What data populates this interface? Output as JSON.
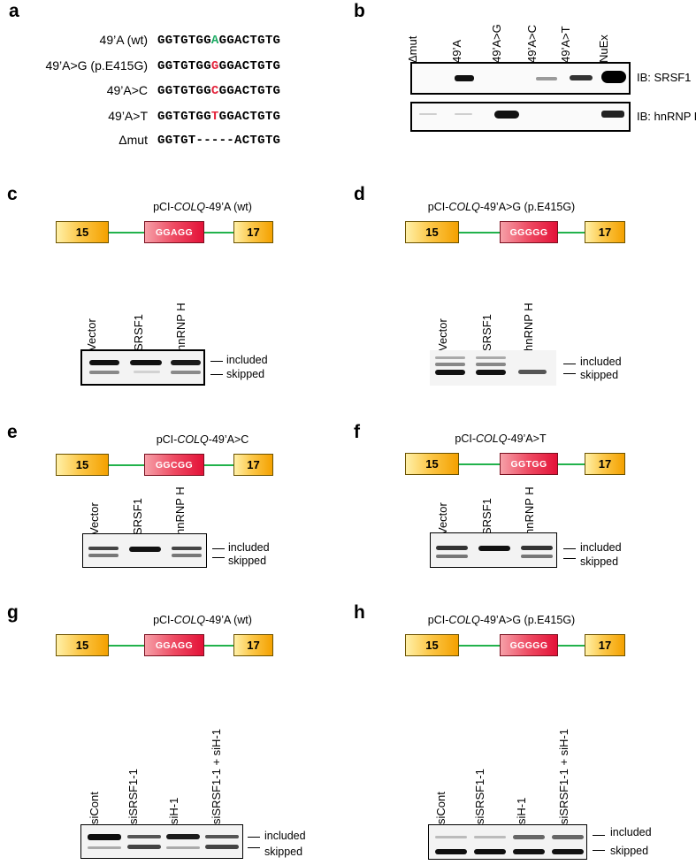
{
  "panels": {
    "a": "a",
    "b": "b",
    "c": "c",
    "d": "d",
    "e": "e",
    "f": "f",
    "g": "g",
    "h": "h"
  },
  "panel_a": {
    "rows": [
      {
        "name": "49’A (wt)",
        "pre": "GGTGTGG",
        "hl": "A",
        "post": "GGACTGTG",
        "hl_color": "#1aaa62"
      },
      {
        "name": "49’A>G (p.E415G)",
        "pre": "GGTGTGG",
        "hl": "G",
        "post": "GGACTGTG",
        "hl_color": "#e3233b"
      },
      {
        "name": "49’A>C",
        "pre": "GGTGTGG",
        "hl": "C",
        "post": "GGACTGTG",
        "hl_color": "#e3233b"
      },
      {
        "name": "49’A>T",
        "pre": "GGTGTGG",
        "hl": "T",
        "post": "GGACTGTG",
        "hl_color": "#e3233b"
      },
      {
        "name": "Δmut",
        "pre": "GGTGT-----ACTGTG",
        "hl": "",
        "post": "",
        "hl_color": "#000000"
      }
    ]
  },
  "panel_b": {
    "lanes": [
      "Δmut",
      "49’A",
      "49’A>G",
      "49’A>C",
      "49’A>T",
      "NuEx"
    ],
    "blots": [
      "IB: SRSF1",
      "IB: hnRNP H"
    ]
  },
  "constructs": {
    "exon_left": "15",
    "exon_right": "17",
    "c": {
      "title_pre": "pCI-",
      "title_gene": "COLQ",
      "title_post": "-49’A (wt)",
      "motif": "GGAGG"
    },
    "d": {
      "title_pre": "pCI-",
      "title_gene": "COLQ",
      "title_post": "-49’A>G (p.E415G)",
      "motif": "GGGGG"
    },
    "e": {
      "title_pre": "pCI-",
      "title_gene": "COLQ",
      "title_post": "-49’A>C",
      "motif": "GGCGG"
    },
    "f": {
      "title_pre": "pCI-",
      "title_gene": "COLQ",
      "title_post": "-49’A>T",
      "motif": "GGTGG"
    },
    "g": {
      "title_pre": "pCI-",
      "title_gene": "COLQ",
      "title_post": "-49’A (wt)",
      "motif": "GGAGG"
    },
    "h": {
      "title_pre": "pCI-",
      "title_gene": "COLQ",
      "title_post": "-49’A>G (p.E415G)",
      "motif": "GGGGG"
    }
  },
  "gel_lanes_overexpr": [
    "Vector",
    "SRSF1",
    "hnRNP H"
  ],
  "gel_lanes_sirna": [
    "siCont",
    "siSRSF1-1",
    "siH-1",
    "siSRSF1-1 + siH-1"
  ],
  "band_labels": {
    "included": "included",
    "skipped": "skipped"
  }
}
